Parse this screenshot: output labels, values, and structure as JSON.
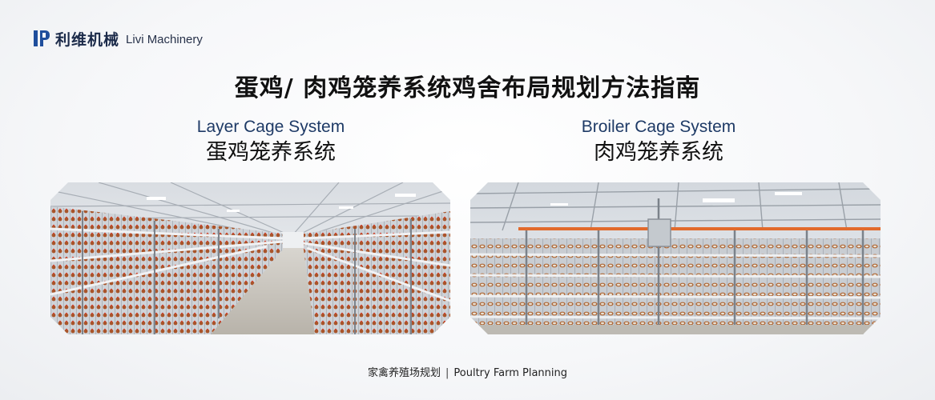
{
  "brand": {
    "name_cn": "利维机械",
    "name_en": "Livi Machinery",
    "logo": "livi-logo-icon",
    "logo_color": "#1f4e9c"
  },
  "title": "蛋鸡/ 肉鸡笼养系统鸡舍布局规划方法指南",
  "sections": [
    {
      "heading_en": "Layer Cage System",
      "heading_cn": "蛋鸡笼养系统",
      "image": "layer-cage-house-photo"
    },
    {
      "heading_en": "Broiler Cage System",
      "heading_cn": "肉鸡笼养系统",
      "image": "broiler-cage-house-photo"
    }
  ],
  "footer": {
    "cn": "家禽养殖场规划",
    "separator": "|",
    "en": "Poultry Farm Planning"
  },
  "colors": {
    "heading_en": "#1e3a66",
    "accent_orange": "#e26a2c",
    "steel": "#b9c0c8"
  }
}
